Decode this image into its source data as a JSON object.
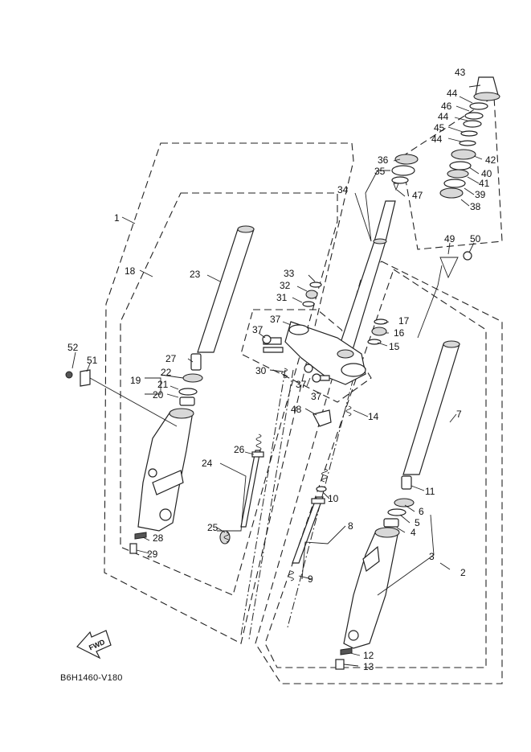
{
  "diagram": {
    "reference_code": "B6H1460-V180",
    "fwd_label": "FWD",
    "callouts": [
      {
        "id": "c1",
        "text": "1"
      },
      {
        "id": "c2",
        "text": "2"
      },
      {
        "id": "c3",
        "text": "3"
      },
      {
        "id": "c4",
        "text": "4"
      },
      {
        "id": "c5",
        "text": "5"
      },
      {
        "id": "c6",
        "text": "6"
      },
      {
        "id": "c7",
        "text": "7"
      },
      {
        "id": "c8",
        "text": "8"
      },
      {
        "id": "c9",
        "text": "9"
      },
      {
        "id": "c10",
        "text": "10"
      },
      {
        "id": "c11",
        "text": "11"
      },
      {
        "id": "c12",
        "text": "12"
      },
      {
        "id": "c13",
        "text": "13"
      },
      {
        "id": "c14",
        "text": "14"
      },
      {
        "id": "c15",
        "text": "15"
      },
      {
        "id": "c16",
        "text": "16"
      },
      {
        "id": "c17",
        "text": "17"
      },
      {
        "id": "c18",
        "text": "18"
      },
      {
        "id": "c19",
        "text": "19"
      },
      {
        "id": "c20",
        "text": "20"
      },
      {
        "id": "c21",
        "text": "21"
      },
      {
        "id": "c22",
        "text": "22"
      },
      {
        "id": "c23",
        "text": "23"
      },
      {
        "id": "c24",
        "text": "24"
      },
      {
        "id": "c25",
        "text": "25"
      },
      {
        "id": "c26",
        "text": "26"
      },
      {
        "id": "c27",
        "text": "27"
      },
      {
        "id": "c28",
        "text": "28"
      },
      {
        "id": "c29",
        "text": "29"
      },
      {
        "id": "c30",
        "text": "30"
      },
      {
        "id": "c31",
        "text": "31"
      },
      {
        "id": "c32",
        "text": "32"
      },
      {
        "id": "c33",
        "text": "33"
      },
      {
        "id": "c34",
        "text": "34"
      },
      {
        "id": "c35",
        "text": "35"
      },
      {
        "id": "c36",
        "text": "36"
      },
      {
        "id": "c37a",
        "text": "37"
      },
      {
        "id": "c37b",
        "text": "37"
      },
      {
        "id": "c37c",
        "text": "37"
      },
      {
        "id": "c37d",
        "text": "37"
      },
      {
        "id": "c38",
        "text": "38"
      },
      {
        "id": "c39",
        "text": "39"
      },
      {
        "id": "c40",
        "text": "40"
      },
      {
        "id": "c41",
        "text": "41"
      },
      {
        "id": "c42",
        "text": "42"
      },
      {
        "id": "c43",
        "text": "43"
      },
      {
        "id": "c44a",
        "text": "44"
      },
      {
        "id": "c44b",
        "text": "44"
      },
      {
        "id": "c44c",
        "text": "44"
      },
      {
        "id": "c45",
        "text": "45"
      },
      {
        "id": "c46",
        "text": "46"
      },
      {
        "id": "c47",
        "text": "47"
      },
      {
        "id": "c48",
        "text": "48"
      },
      {
        "id": "c49",
        "text": "49"
      },
      {
        "id": "c50",
        "text": "50"
      },
      {
        "id": "c51",
        "text": "51"
      },
      {
        "id": "c52",
        "text": "52"
      }
    ]
  }
}
